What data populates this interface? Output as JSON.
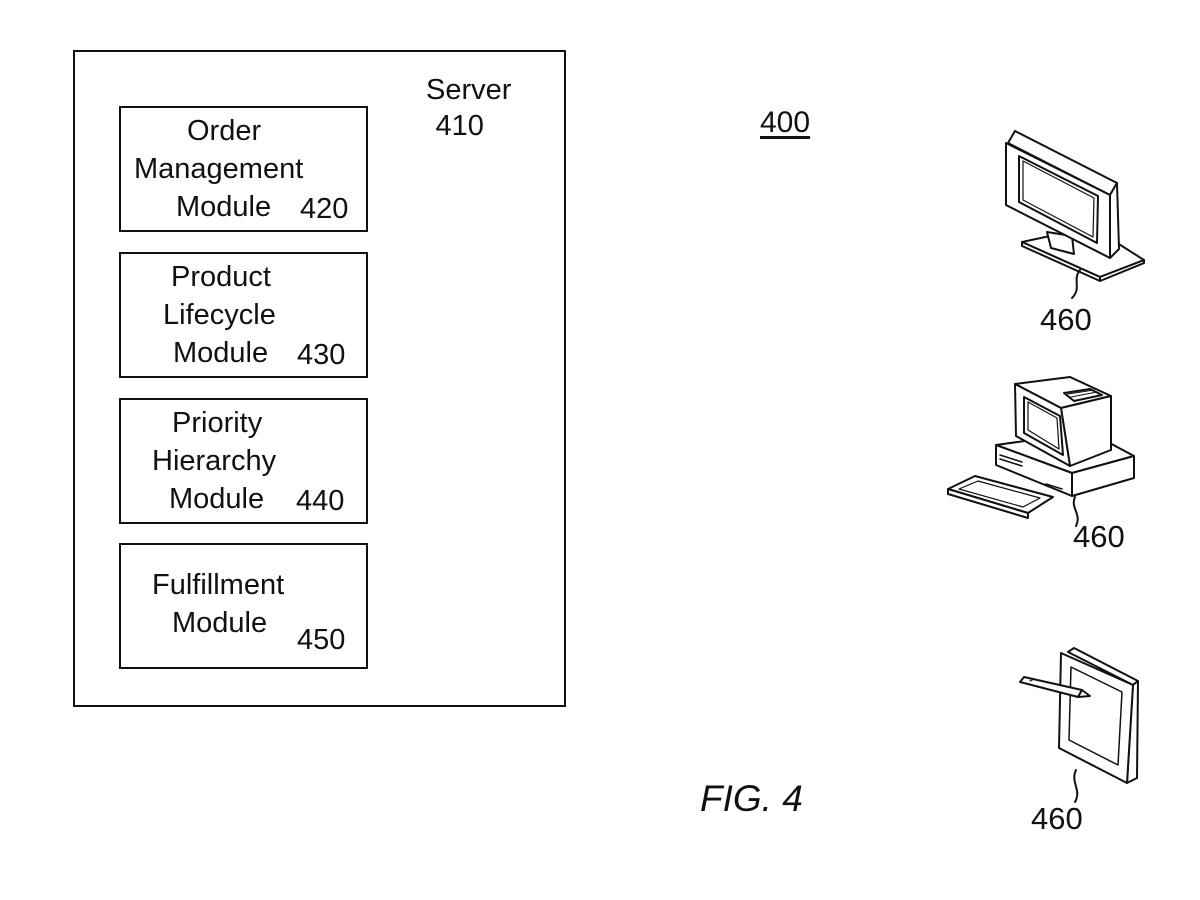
{
  "figure": {
    "ref_number": "400",
    "caption": "FIG. 4"
  },
  "server": {
    "title": "Server",
    "ref_number": "410",
    "modules": [
      {
        "lines": [
          "Order",
          "Management",
          "Module"
        ],
        "ref_number": "420"
      },
      {
        "lines": [
          "Product",
          "Lifecycle",
          "Module"
        ],
        "ref_number": "430"
      },
      {
        "lines": [
          "Priority",
          "Hierarchy",
          "Module"
        ],
        "ref_number": "440"
      },
      {
        "lines": [
          "Fulfillment",
          "Module"
        ],
        "ref_number": "450"
      }
    ]
  },
  "devices": [
    {
      "icon": "monitor-icon",
      "ref_number": "460"
    },
    {
      "icon": "desktop-computer-icon",
      "ref_number": "460"
    },
    {
      "icon": "tablet-stylus-icon",
      "ref_number": "460"
    }
  ]
}
